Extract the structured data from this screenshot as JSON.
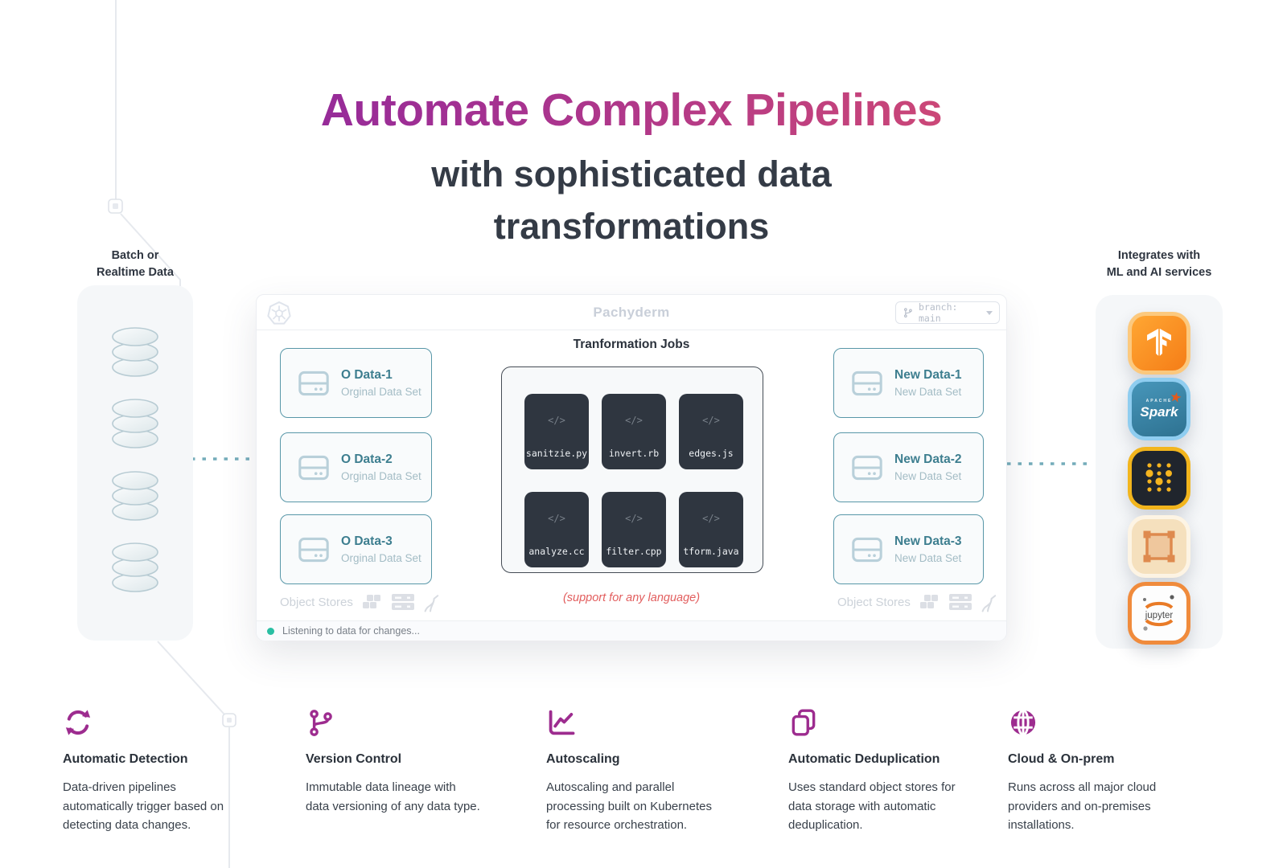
{
  "hero": {
    "title": "Automate Complex Pipelines",
    "subtitle": "with sophisticated data\ntransformations"
  },
  "left_panel": {
    "label": "Batch or\nRealtime Data"
  },
  "right_panel": {
    "label": "Integrates with\nML and AI services",
    "services": [
      {
        "name": "tensorflow"
      },
      {
        "name": "apache-spark",
        "apache": "APACHE",
        "word": "Spark",
        "star": "★"
      },
      {
        "name": "dots-grid"
      },
      {
        "name": "bounding-box"
      },
      {
        "name": "jupyter",
        "word": "jupyter"
      }
    ]
  },
  "window": {
    "app_title": "Pachyderm",
    "branch_selector": {
      "label": "branch: main"
    },
    "jobs_heading": "Tranformation Jobs",
    "input_cards": [
      {
        "title": "O Data-1",
        "subtitle": "Orginal Data Set"
      },
      {
        "title": "O Data-2",
        "subtitle": "Orginal Data Set"
      },
      {
        "title": "O Data-3",
        "subtitle": "Orginal Data Set"
      }
    ],
    "output_cards": [
      {
        "title": "New Data-1",
        "subtitle": "New Data Set"
      },
      {
        "title": "New Data-2",
        "subtitle": "New Data Set"
      },
      {
        "title": "New Data-3",
        "subtitle": "New Data Set"
      }
    ],
    "job_icon": "</>",
    "jobs": [
      "sanitzie.py",
      "invert.rb",
      "edges.js",
      "analyze.cc",
      "filter.cpp",
      "tform.java"
    ],
    "support_note": "(support for any language)",
    "object_stores_label": "Object Stores",
    "status_text": "Listening to data for changes..."
  },
  "features": [
    {
      "icon": "sync-icon",
      "title": "Automatic Detection",
      "description": "Data-driven pipelines\nautomatically trigger based on\ndetecting data changes."
    },
    {
      "icon": "git-branch-icon",
      "title": "Version Control",
      "description": "Immutable data lineage with\ndata versioning of any data type."
    },
    {
      "icon": "line-chart-icon",
      "title": "Autoscaling",
      "description": "Autoscaling and parallel\nprocessing built on Kubernetes\nfor resource orchestration."
    },
    {
      "icon": "copy-icon",
      "title": "Automatic Deduplication",
      "description": "Uses standard object stores for\ndata storage with automatic\ndeduplication."
    },
    {
      "icon": "globe-icon",
      "title": "Cloud & On-prem",
      "description": "Runs across all major cloud\nproviders and on-premises\ninstallations."
    }
  ],
  "colors": {
    "gradient_start": "#7b1fa8",
    "gradient_end": "#ef666e",
    "teal_accent": "#5897a8",
    "dotted_line": "#74acba",
    "feature_icon": "#9d2c8f",
    "status_green": "#2abfa3",
    "note_red": "#e25d5d",
    "tile_dark": "#2f3640"
  }
}
